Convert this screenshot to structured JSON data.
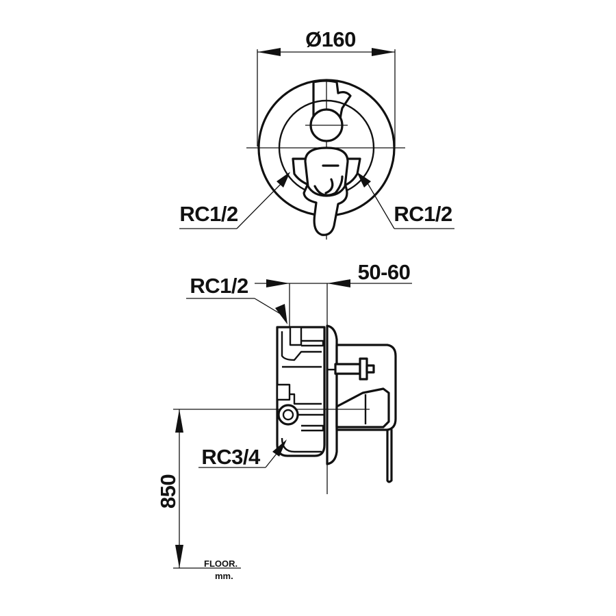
{
  "front_view": {
    "diameter_label": "Ø160",
    "left_connection_label": "RC1/2",
    "right_connection_label": "RC1/2"
  },
  "side_view": {
    "top_connection_label": "RC1/2",
    "depth_label": "50-60",
    "bottom_connection_label": "RC3/4",
    "height_label": "850",
    "floor_label": "FLOOR.",
    "unit_label": "mm."
  }
}
